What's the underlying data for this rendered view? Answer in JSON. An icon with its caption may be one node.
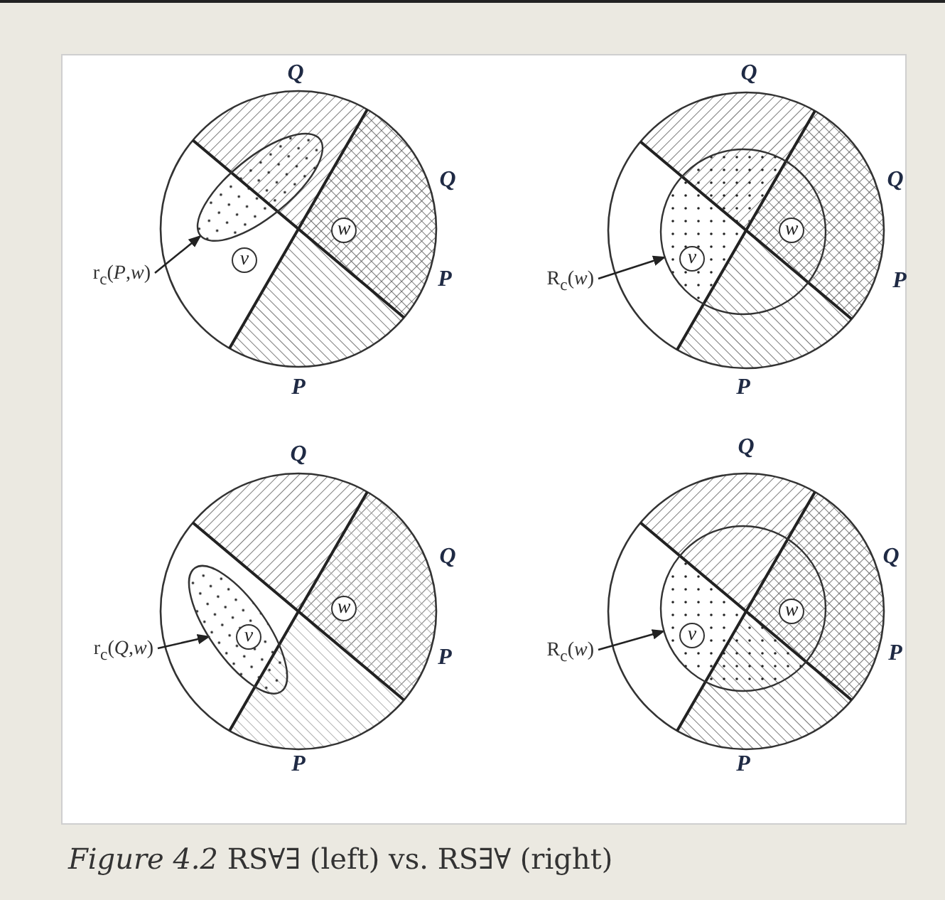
{
  "diagram": {
    "caption": "*Figure 4.2* RS∀∃ (left) vs. RS∃∀ (right)",
    "nodes": [
      {
        "text": [
          "r$_{c}$(*P*,*w*)"
        ]
      },
      {
        "text": [],
        "shape": "ellipse"
      },
      {
        "text": [
          "v"
        ]
      },
      {
        "text": [
          "w"
        ]
      },
      {
        "text": [
          "R$_{c}$(*w*)"
        ]
      },
      {
        "text": [],
        "shape": "circle"
      },
      {
        "text": [
          "v"
        ],
        "in": 5
      },
      {
        "text": [
          "w"
        ],
        "in": 5
      },
      {
        "text": [
          "r$_{c}$(*Q*,*w*)"
        ]
      },
      {
        "text": [],
        "shape": "ellipse"
      },
      {
        "text": [
          "v"
        ],
        "in": 9
      },
      {
        "text": [
          "w"
        ]
      },
      {
        "text": [
          "R$_{c}$(*w*)"
        ]
      },
      {
        "text": [],
        "shape": "circle"
      },
      {
        "text": [
          "v"
        ],
        "in": 13
      },
      {
        "text": [
          "w"
        ],
        "in": 13
      }
    ],
    "edges": [
      {
        "from": 0,
        "to": 1,
        "arrow": "to"
      },
      {
        "from": 4,
        "to": 5,
        "arrow": "to"
      },
      {
        "from": 8,
        "to": 9,
        "arrow": "to"
      },
      {
        "from": 12,
        "to": 13,
        "arrow": "to"
      }
    ],
    "labels": [
      "Q",
      "Q",
      "P",
      "P",
      "Q",
      "Q",
      "P",
      "P",
      "Q",
      "Q",
      "P",
      "P",
      "Q",
      "Q",
      "P",
      "P"
    ]
  }
}
